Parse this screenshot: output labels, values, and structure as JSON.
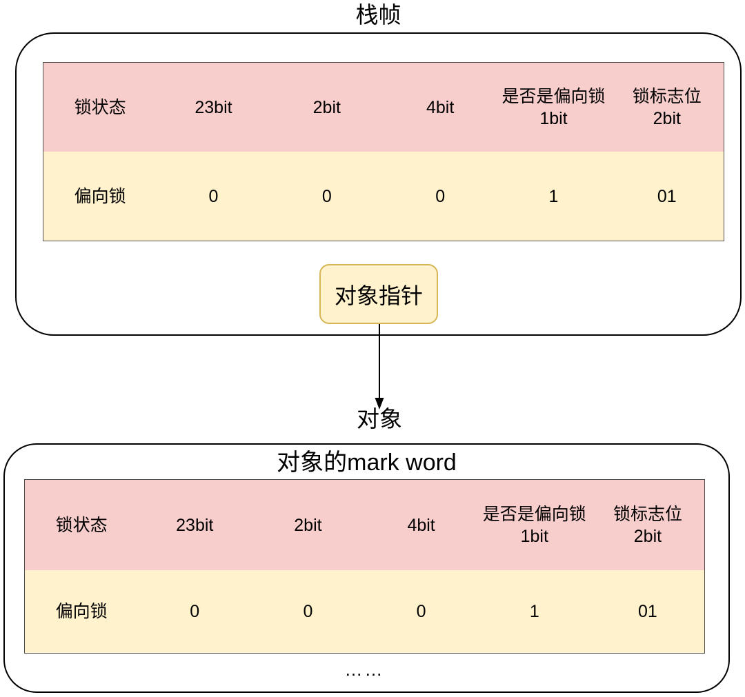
{
  "colors": {
    "header_fill": "#f8cecc",
    "value_fill": "#fff2cc",
    "pointer_border": "#d6b656",
    "table_border": "#4d4d4d",
    "container_border": "#000000"
  },
  "stack_frame": {
    "title": "栈帧",
    "pointer_label": "对象指针",
    "table": {
      "header": [
        "锁状态",
        "23bit",
        "2bit",
        "4bit",
        "是否是偏向锁\n1bit",
        "锁标志位\n2bit"
      ],
      "row": [
        "偏向锁",
        "0",
        "0",
        "0",
        "1",
        "01"
      ]
    }
  },
  "object_section": {
    "arrow_label": "对象",
    "title": "对象的mark word",
    "table": {
      "header": [
        "锁状态",
        "23bit",
        "2bit",
        "4bit",
        "是否是偏向锁\n1bit",
        "锁标志位\n2bit"
      ],
      "row": [
        "偏向锁",
        "0",
        "0",
        "0",
        "1",
        "01"
      ]
    },
    "ellipsis": "……"
  }
}
